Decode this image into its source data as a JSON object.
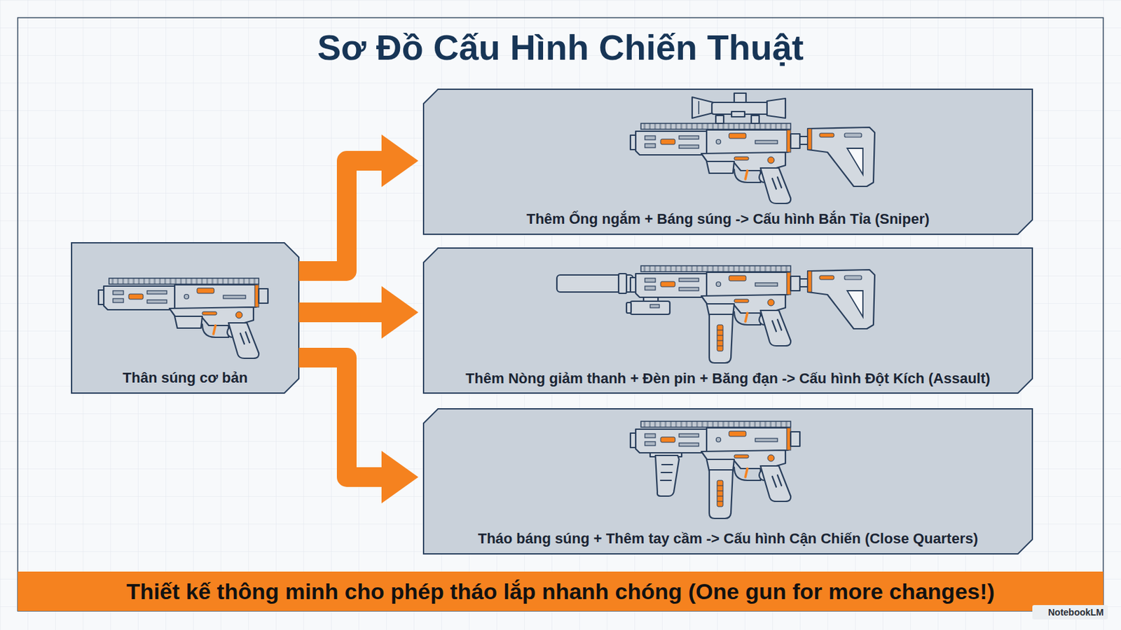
{
  "diagram": {
    "title": "Sơ Đồ Cấu Hình Chiến Thuật",
    "nodes": [
      {
        "text": [
          "Thân súng cơ bản"
        ]
      },
      {
        "text": [
          "Thêm Ống ngắm + Báng súng -> Cấu hình Bắn Tỉa (Sniper)"
        ]
      },
      {
        "text": [
          "Thêm Nòng giảm thanh + Đèn pin + Băng đạn -> Cấu hình Đột Kích (Assault)"
        ]
      },
      {
        "text": [
          "Tháo báng súng + Thêm tay cầm -> Cấu hình Cận Chiến (Close Quarters)"
        ]
      },
      {
        "text": [
          "Thiết kế thông minh cho phép tháo lắp nhanh chóng (One gun for more changes!)"
        ]
      }
    ],
    "edges": [
      {
        "from": 0,
        "to": 1,
        "arrow": "to"
      },
      {
        "from": 0,
        "to": 2,
        "arrow": "to"
      },
      {
        "from": 0,
        "to": 3,
        "arrow": "to"
      }
    ],
    "labels": [
      "NotebookLM"
    ]
  }
}
